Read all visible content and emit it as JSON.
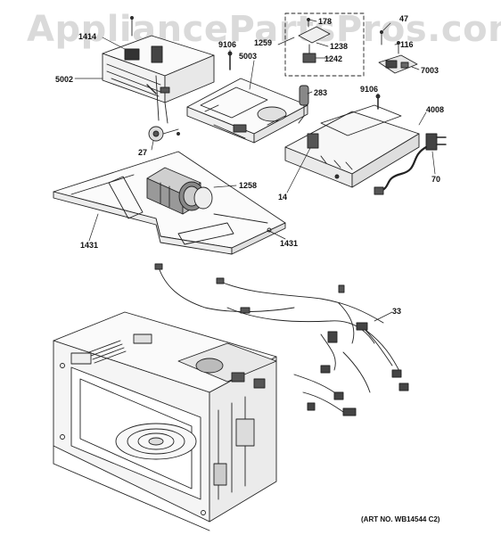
{
  "watermark": "AppliancePartsPros.com",
  "art_number": "(ART NO. WB14544 C2)",
  "callouts": {
    "p1414": "1414",
    "p9106a": "9106",
    "p1259": "1259",
    "p178": "178",
    "p47": "47",
    "p116": "116",
    "p1238": "1238",
    "p1242": "1242",
    "p7003": "7003",
    "p5002": "5002",
    "p5003": "5003",
    "p283": "283",
    "p9106b": "9106",
    "p4008": "4008",
    "p27": "27",
    "p14": "14",
    "p70": "70",
    "p1258": "1258",
    "p1431a": "1431",
    "p1431b": "1431",
    "p33": "33"
  }
}
